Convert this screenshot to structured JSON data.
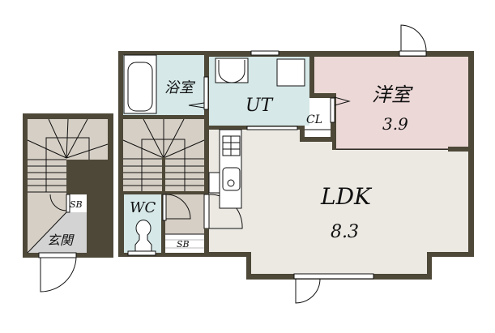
{
  "floorplan": {
    "rooms": {
      "bath": {
        "label": "浴室"
      },
      "utility": {
        "label": "UT"
      },
      "western_room": {
        "label": "洋室",
        "size": "3.9"
      },
      "closet": {
        "label": "CL"
      },
      "ldk": {
        "label": "LDK",
        "size": "8.3"
      },
      "toilet": {
        "label": "WC"
      },
      "storage_1": {
        "label": "SB"
      },
      "storage_2": {
        "label": "SB"
      },
      "entrance": {
        "label": "玄関"
      }
    },
    "colors": {
      "wall": "#4d4838",
      "stairs": "#d6cfc5",
      "wet_area": "#d6e8e8",
      "western_room": "#ecd8d7",
      "ldk": "#ece9e3",
      "entrance": "#d3d3d3"
    }
  }
}
